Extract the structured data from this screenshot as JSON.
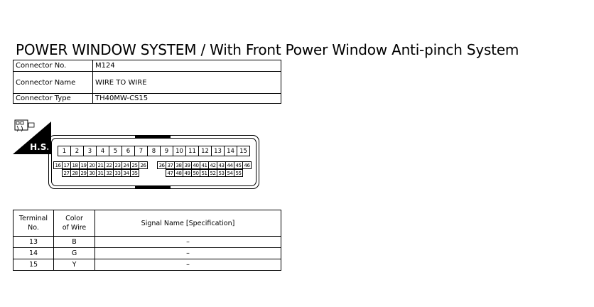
{
  "title": "POWER WINDOW SYSTEM / With Front Power Window Anti-pinch System",
  "connector_info": {
    "no_label": "Connector No.",
    "no_value": "M124",
    "name_label": "Connector Name",
    "name_value": "WIRE TO WIRE",
    "type_label": "Connector Type",
    "type_value": "TH40MW-CS15"
  },
  "hs_label": "H.S.",
  "pins": {
    "row1": [
      "1",
      "2",
      "3",
      "4",
      "5",
      "6",
      "7",
      "8",
      "9",
      "10",
      "11",
      "12",
      "13",
      "14",
      "15"
    ],
    "row2_left": [
      "16",
      "17",
      "18",
      "19",
      "20",
      "21",
      "22",
      "23",
      "24",
      "25",
      "26"
    ],
    "row2_right": [
      "36",
      "37",
      "38",
      "39",
      "40",
      "41",
      "42",
      "43",
      "44",
      "45",
      "46"
    ],
    "row3_left": [
      "27",
      "28",
      "29",
      "30",
      "31",
      "32",
      "33",
      "34",
      "35"
    ],
    "row3_right": [
      "47",
      "48",
      "49",
      "50",
      "51",
      "52",
      "53",
      "54",
      "55"
    ]
  },
  "terminal_table": {
    "headers": [
      "Terminal No.",
      "Color of Wire",
      "Signal Name [Specification]"
    ],
    "header_lines": {
      "terminal": [
        "Terminal",
        "No."
      ],
      "color": [
        "Color",
        "of Wire"
      ],
      "signal": "Signal Name [Specification]"
    },
    "rows": [
      {
        "terminal": "13",
        "color": "B",
        "signal": "–"
      },
      {
        "terminal": "14",
        "color": "G",
        "signal": "–"
      },
      {
        "terminal": "15",
        "color": "Y",
        "signal": "–"
      }
    ]
  }
}
